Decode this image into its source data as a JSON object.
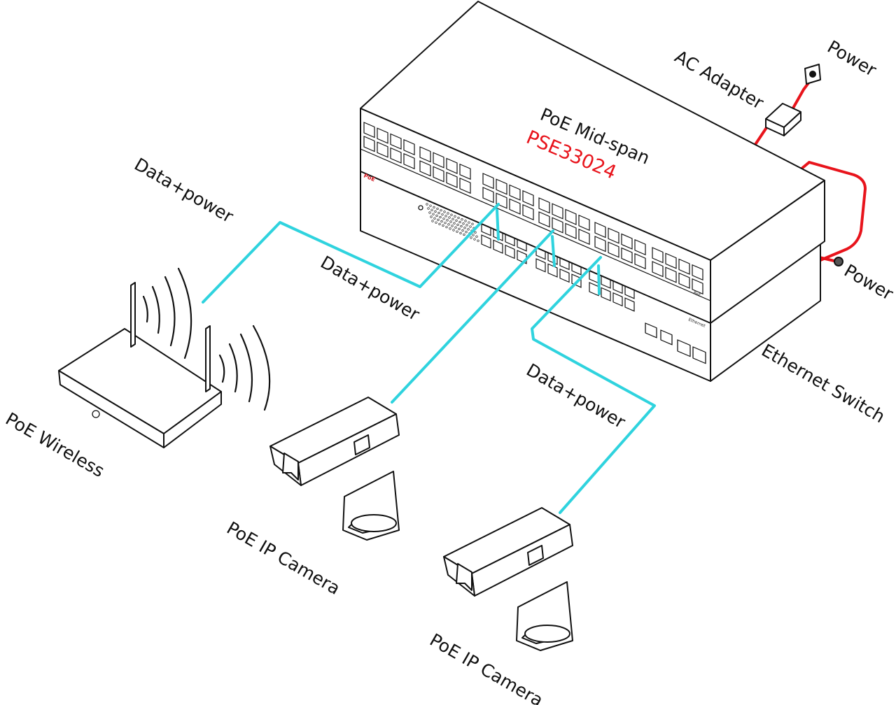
{
  "midspan": {
    "title": "PoE Mid-span",
    "model": "PSE33024",
    "badge": "PoE",
    "panel_badge": "PoE"
  },
  "switch": {
    "label": "Ethernet Switch",
    "panel_text": "Ethernet"
  },
  "power": {
    "adapter_label": "AC Adapter",
    "outlet_label": "Power",
    "switch_power_label": "Power"
  },
  "links": {
    "wireless_top": "Data+power",
    "wireless_mid": "Data+power",
    "camera2": "Data+power"
  },
  "devices": {
    "wireless": "PoE Wireless",
    "camera1": "PoE IP Camera",
    "camera2": "PoE IP Camera"
  },
  "colors": {
    "data_cable": "#2fd3de",
    "power_cable": "#e8141c",
    "outline": "#111111"
  }
}
